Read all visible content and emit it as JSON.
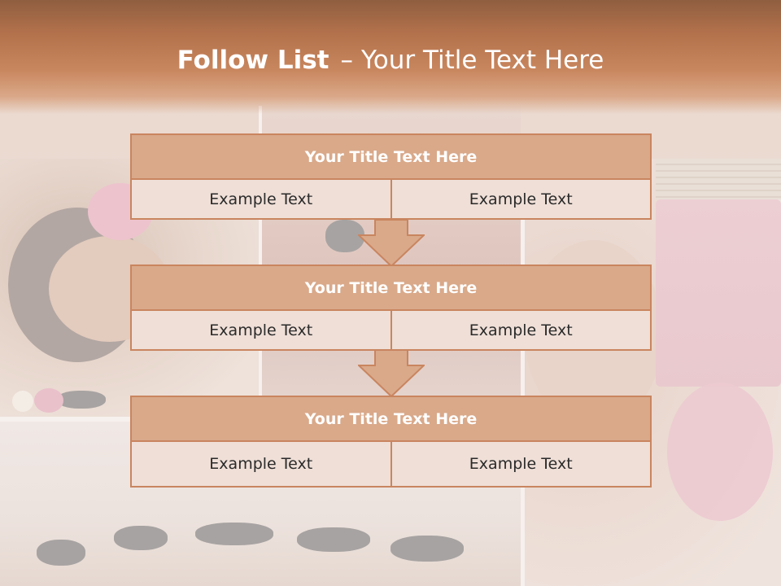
{
  "slide": {
    "title_bold": "Follow List",
    "title_sep": "–",
    "title_rest": "Your Title Text Here"
  },
  "blocks": [
    {
      "title": "Your Title Text Here",
      "cells": [
        "Example Text",
        "Example Text"
      ]
    },
    {
      "title": "Your Title Text Here",
      "cells": [
        "Example Text",
        "Example Text"
      ]
    },
    {
      "title": "Your Title Text Here",
      "cells": [
        "Example Text",
        "Example Text"
      ]
    }
  ],
  "colors": {
    "header": "#b4724c",
    "box_fill": "#d9a98a",
    "box_border": "#c9855f",
    "cell_fill": "#efdfd7",
    "arrow_fill": "#d9a98a"
  },
  "icons": {
    "arrow": "down-arrow-icon"
  }
}
